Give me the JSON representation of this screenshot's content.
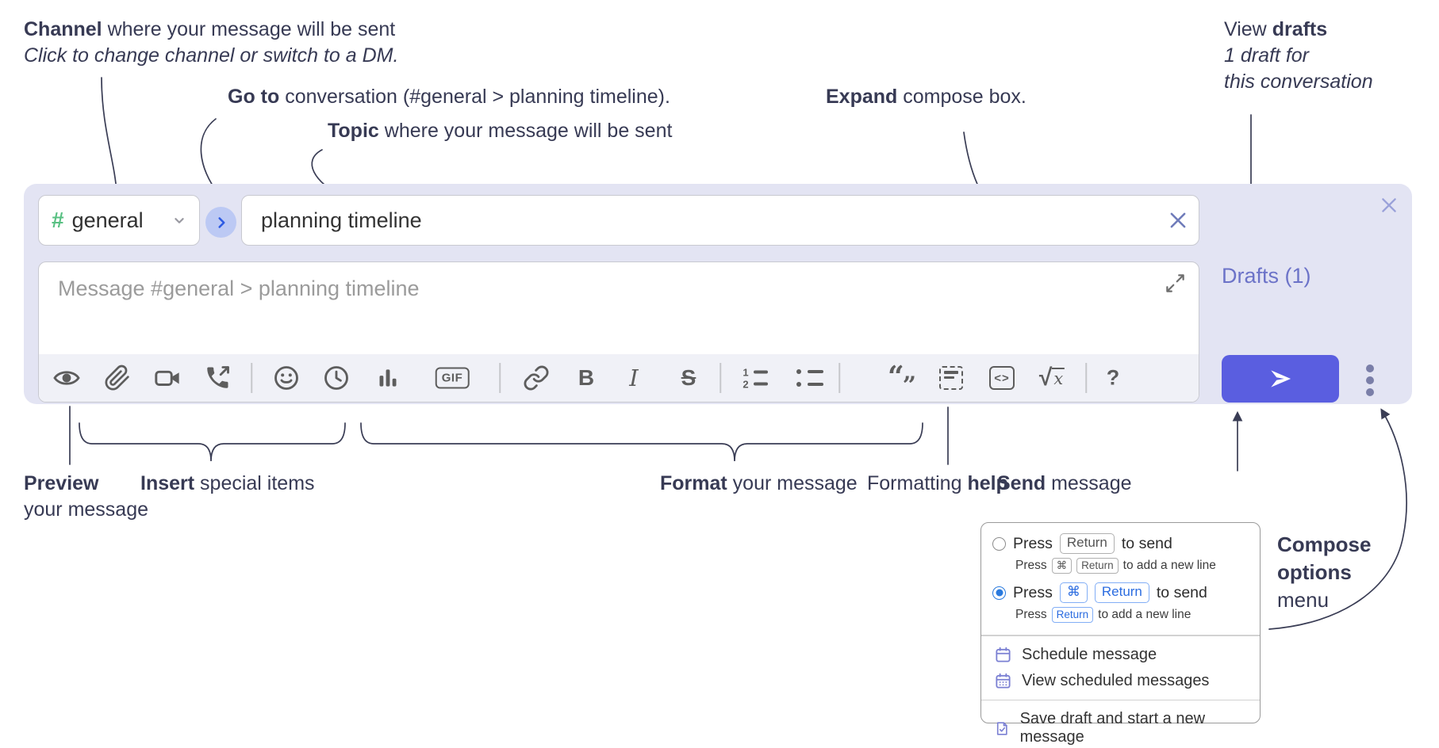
{
  "annotations": {
    "channel": {
      "bold": "Channel",
      "rest": " where your message will be sent",
      "sub": "Click to change channel or switch to a DM."
    },
    "goto": {
      "bold": "Go to",
      "rest": " conversation (#general > planning timeline)."
    },
    "topic": {
      "bold": "Topic",
      "rest": " where your message will be sent"
    },
    "expand": {
      "bold": "Expand",
      "rest": " compose box."
    },
    "drafts": {
      "pre": "View ",
      "bold": "drafts",
      "line2": "1 draft for",
      "line3": "this conversation"
    },
    "preview": {
      "bold": "Preview",
      "line2": "your message"
    },
    "insert": {
      "bold": "Insert",
      "rest": " special items"
    },
    "format": {
      "bold": "Format",
      "rest": " your message"
    },
    "help": {
      "pre": "Formatting ",
      "bold": "help"
    },
    "send": {
      "bold": "Send",
      "rest": " message"
    },
    "compose_options": {
      "line1": "Compose",
      "line2": "options",
      "line3": "menu"
    }
  },
  "compose": {
    "channel_hash": "#",
    "channel_name": "general",
    "topic_value": "planning timeline",
    "message_placeholder": "Message #general > planning timeline",
    "drafts_label": "Drafts (1)",
    "toolbar": {
      "gif": "GIF",
      "bold": "B",
      "italic": "I",
      "strike": "S",
      "ol_1": "1",
      "ol_2": "2",
      "quote_open": "“",
      "quote_close": "”",
      "code": "<>",
      "sqrt_radical": "√",
      "sqrt_x": "x",
      "help": "?"
    }
  },
  "menu": {
    "option1": {
      "press": "Press",
      "key": "Return",
      "rest": "to send"
    },
    "option1_sub": {
      "press": "Press",
      "key1": "⌘",
      "key2": "Return",
      "rest": "to add a new line"
    },
    "option2": {
      "press": "Press",
      "key1": "⌘",
      "key2": "Return",
      "rest": "to send"
    },
    "option2_sub": {
      "press": "Press",
      "key": "Return",
      "rest": "to add a new line"
    },
    "schedule_label": "Schedule message",
    "view_scheduled_label": "View scheduled messages",
    "save_draft_label": "Save draft and start a new message"
  },
  "colors": {
    "compose_bg": "#e3e4f3",
    "send_button": "#5a5ee0",
    "drafts_link": "#6c73c8",
    "channel_green": "#58c082",
    "go_chevron_blue": "#2d5be3",
    "radio_blue": "#2a7ade",
    "keycap_blue": "#2b6ce0",
    "menu_icon_purple": "#7b80d3",
    "annotation_ink": "#373a54"
  }
}
